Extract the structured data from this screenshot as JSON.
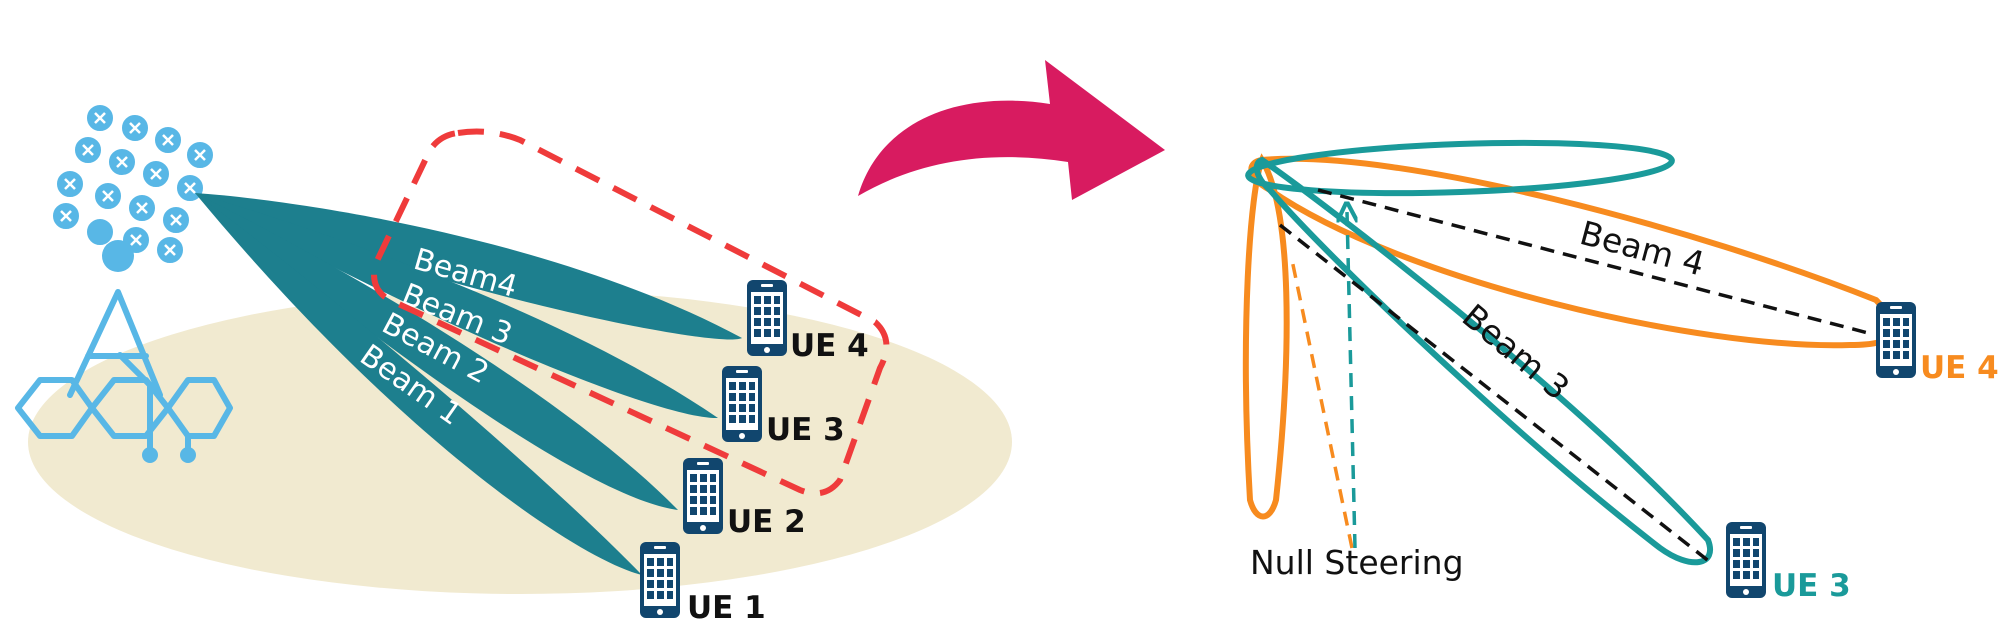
{
  "colors": {
    "beam_fill": "#1d7f8e",
    "ground": "#f1ead0",
    "antenna": "#58b7e6",
    "dashed_box": "#ef3b3b",
    "arrow": "#d81b60",
    "orange": "#f78b1f",
    "teal": "#1a9a9a",
    "phone": "#11466e"
  },
  "left_diagram": {
    "beams": [
      {
        "label": "Beam4"
      },
      {
        "label": "Beam 3"
      },
      {
        "label": "Beam 2"
      },
      {
        "label": "Beam 1"
      }
    ],
    "ues": [
      {
        "label": "UE 4"
      },
      {
        "label": "UE 3"
      },
      {
        "label": "UE 2"
      },
      {
        "label": "UE 1"
      }
    ]
  },
  "right_diagram": {
    "beam4_label": "Beam 4",
    "beam3_label": "Beam 3",
    "null_steering_label": "Null Steering",
    "ue4_label": "UE 4",
    "ue3_label": "UE 3"
  }
}
